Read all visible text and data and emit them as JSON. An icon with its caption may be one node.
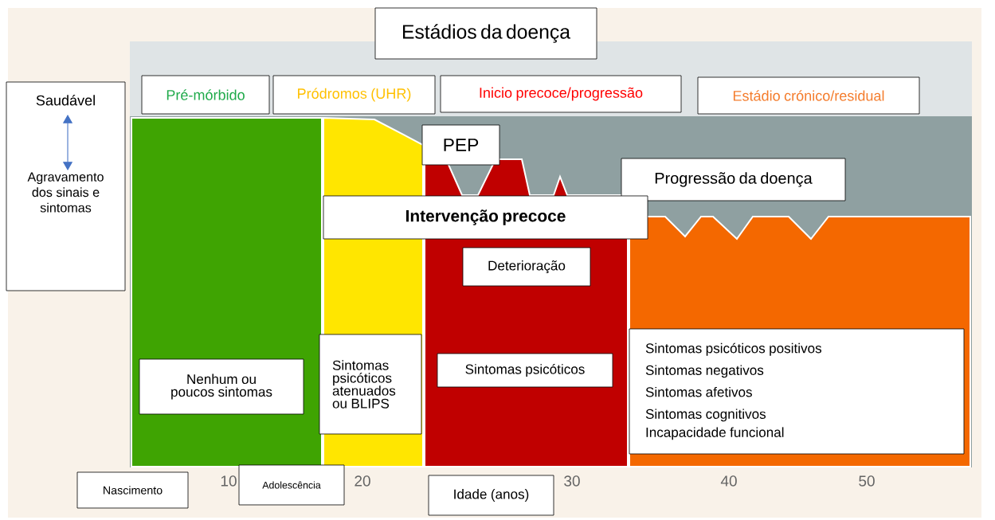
{
  "diagram": {
    "nodes": [
      {
        "text": [
          "Estádios da doença"
        ]
      },
      {
        "text": [
          "Saudável",
          "Agravamento dos sinais e sintomas"
        ]
      },
      {
        "text": [
          "Pré-mórbido"
        ]
      },
      {
        "text": [
          "Pródromos (UHR)"
        ]
      },
      {
        "text": [
          "Inicio precoce/progressão"
        ]
      },
      {
        "text": [
          "Estádio crónico/residual"
        ]
      },
      {
        "text": [
          "PEP"
        ]
      },
      {
        "text": [
          "Progressão da doença"
        ]
      },
      {
        "text": [
          "Intervenção precoce"
        ]
      },
      {
        "text": [
          "Deterioração"
        ]
      },
      {
        "text": [
          "Nenhum ou poucos sintomas"
        ]
      },
      {
        "text": [
          "Sintomas psicóticos atenuados ou BLIPS"
        ]
      },
      {
        "text": [
          "Sintomas psicóticos"
        ]
      },
      {
        "text": [
          "Sintomas psicóticos positivos",
          "Sintomas negativos",
          "Sintomas afetivos",
          "Sintomas cognitivos",
          "Incapacidade funcional"
        ]
      },
      {
        "text": [
          "Nascimento"
        ]
      },
      {
        "text": [
          "Adolescência"
        ]
      },
      {
        "text": [
          "Idade (anos)"
        ]
      }
    ],
    "labels": [
      "10",
      "20",
      "30",
      "40",
      "50"
    ]
  }
}
